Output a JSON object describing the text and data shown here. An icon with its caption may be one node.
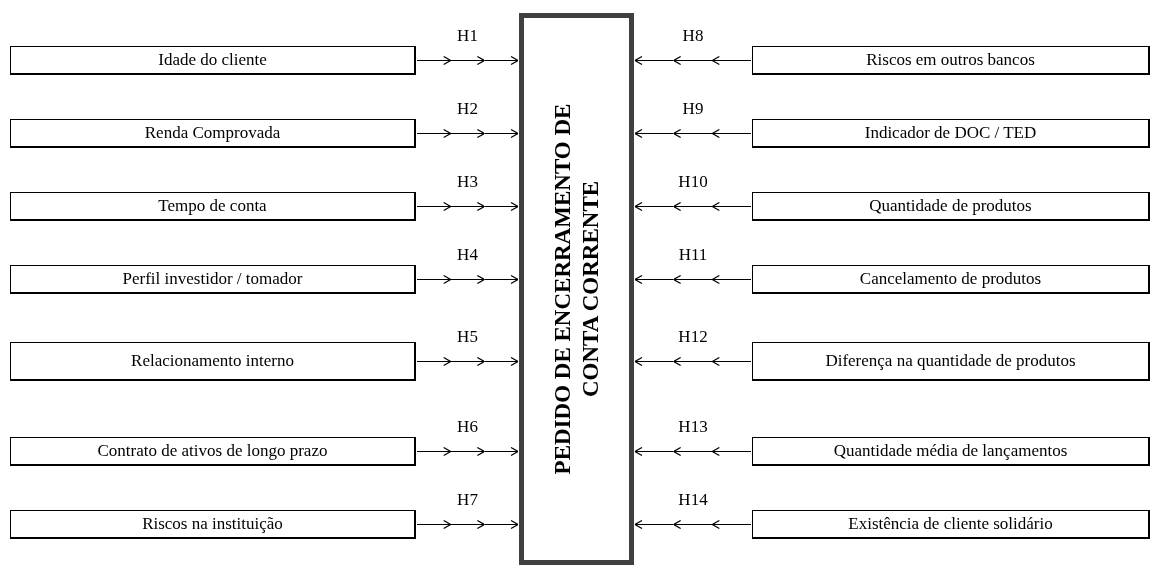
{
  "diagram": {
    "nodes": [
      {
        "text": [
          "PEDIDO DE ENCERRAMENTO DE CONTA CORRENTE"
        ]
      },
      {
        "text": [
          "Idade do cliente"
        ]
      },
      {
        "text": [
          "Renda Comprovada"
        ]
      },
      {
        "text": [
          "Tempo de conta"
        ]
      },
      {
        "text": [
          "Perfil investidor / tomador"
        ]
      },
      {
        "text": [
          "Relacionamento interno"
        ]
      },
      {
        "text": [
          "Contrato de ativos de longo prazo"
        ]
      },
      {
        "text": [
          "Riscos na instituição"
        ]
      },
      {
        "text": [
          "Riscos em outros bancos"
        ]
      },
      {
        "text": [
          "Indicador de DOC / TED"
        ]
      },
      {
        "text": [
          "Quantidade de produtos"
        ]
      },
      {
        "text": [
          "Cancelamento de produtos"
        ]
      },
      {
        "text": [
          "Diferença na quantidade de produtos"
        ]
      },
      {
        "text": [
          "Quantidade média de lançamentos"
        ]
      },
      {
        "text": [
          "Existência de cliente solidário"
        ]
      }
    ],
    "edges": [
      {
        "from": 1,
        "to": 0,
        "arrow": "to",
        "label": "H1"
      },
      {
        "from": 2,
        "to": 0,
        "arrow": "to",
        "label": "H2"
      },
      {
        "from": 3,
        "to": 0,
        "arrow": "to",
        "label": "H3"
      },
      {
        "from": 4,
        "to": 0,
        "arrow": "to",
        "label": "H4"
      },
      {
        "from": 5,
        "to": 0,
        "arrow": "to",
        "label": "H5"
      },
      {
        "from": 6,
        "to": 0,
        "arrow": "to",
        "label": "H6"
      },
      {
        "from": 7,
        "to": 0,
        "arrow": "to",
        "label": "H7"
      },
      {
        "from": 8,
        "to": 0,
        "arrow": "to",
        "label": "H8"
      },
      {
        "from": 9,
        "to": 0,
        "arrow": "to",
        "label": "H9"
      },
      {
        "from": 10,
        "to": 0,
        "arrow": "to",
        "label": "H10"
      },
      {
        "from": 11,
        "to": 0,
        "arrow": "to",
        "label": "H11"
      },
      {
        "from": 12,
        "to": 0,
        "arrow": "to",
        "label": "H12"
      },
      {
        "from": 13,
        "to": 0,
        "arrow": "to",
        "label": "H13"
      },
      {
        "from": 14,
        "to": 0,
        "arrow": "to",
        "label": "H14"
      }
    ]
  }
}
